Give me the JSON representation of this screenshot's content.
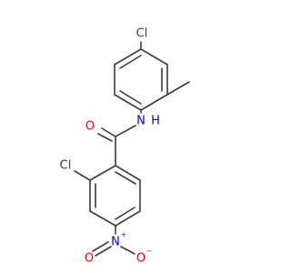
{
  "molecule": {
    "colors": {
      "bond": "#3b3b3b",
      "carbon": "#3b3b3b",
      "chlorine": "#3b3b3b",
      "nitrogen": "#0000ff",
      "oxygen": "#ff0000"
    },
    "labels": {
      "cl_top": "Cl",
      "nh": "N",
      "nh_h": "H",
      "carbonyl_o": "O",
      "cl_ring": "Cl",
      "nitro_n": "N",
      "nitro_n_charge": "+",
      "nitro_o_left": "O",
      "nitro_o_right": "O",
      "nitro_o_right_charge": "−"
    }
  }
}
